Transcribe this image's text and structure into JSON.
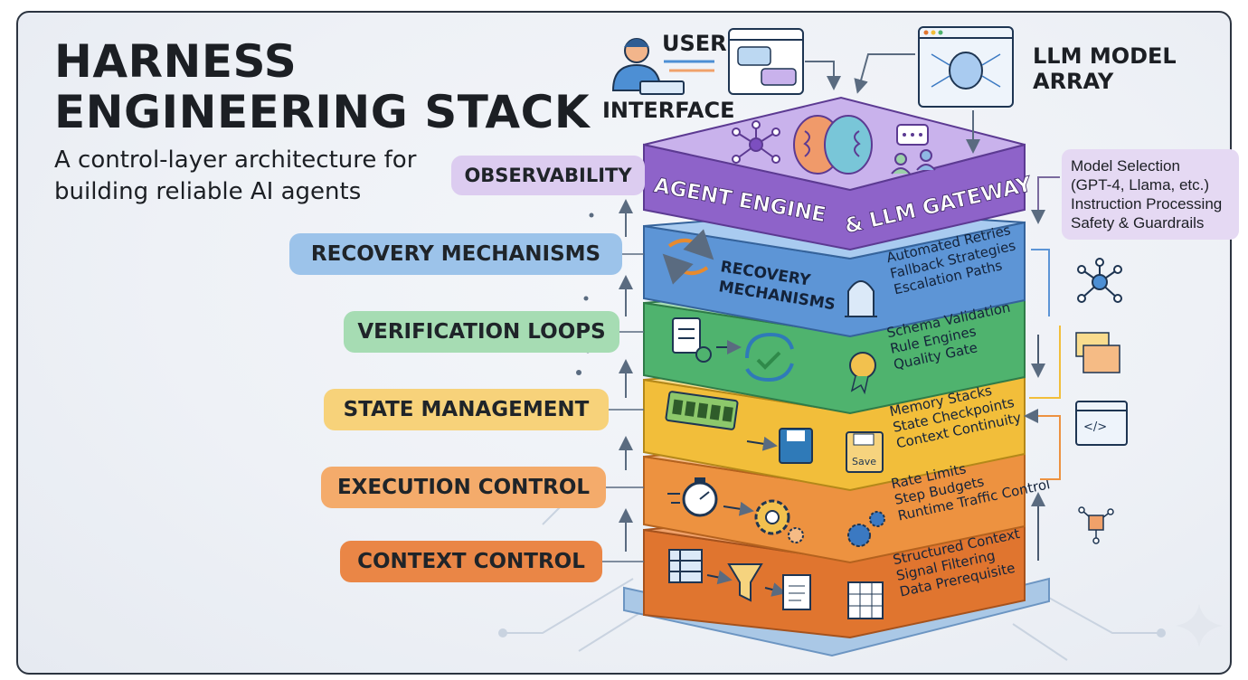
{
  "title": {
    "line1": "HARNESS",
    "line2": "ENGINEERING STACK"
  },
  "subtitle": {
    "line1": "A control-layer architecture for",
    "line2": "building reliable AI agents"
  },
  "top": {
    "user": "USER",
    "interface": "INTERFACE",
    "llm_line1": "LLM MODEL",
    "llm_line2": "ARRAY"
  },
  "callout": {
    "lines": [
      "Model Selection",
      "(GPT-4, Llama, etc.)",
      "Instruction Processing",
      "Safety & Guardrails"
    ]
  },
  "top_layer": {
    "line1": "AGENT ENGINE",
    "line2": "& LLM GATEWAY"
  },
  "pills": {
    "observability": "OBSERVABILITY",
    "recovery": "RECOVERY MECHANISMS",
    "verification": "VERIFICATION LOOPS",
    "state": "STATE MANAGEMENT",
    "execution": "EXECUTION CONTROL",
    "context": "CONTEXT CONTROL"
  },
  "layers": {
    "recovery": {
      "front_line1": "RECOVERY",
      "front_line2": "MECHANISMS",
      "items": [
        "Automated Retries",
        "Fallback Strategies",
        "Escalation Paths"
      ]
    },
    "verification": {
      "items": [
        "Schema Validation",
        "Rule Engines",
        "Quality Gate"
      ]
    },
    "state": {
      "save": "Save",
      "items": [
        "Memory Stacks",
        "State Checkpoints",
        "Context Continuity"
      ]
    },
    "execution": {
      "items": [
        "Rate Limits",
        "Step Budgets",
        "Runtime Traffic Control"
      ]
    },
    "context": {
      "items": [
        "Structured Context",
        "Signal Filtering",
        "Data Prerequisite"
      ]
    }
  },
  "colors": {
    "purple": "#8e63c9",
    "purple_light": "#c9b2ec",
    "blue": "#5d95d6",
    "blue_light": "#a9cbf0",
    "green": "#4fb36e",
    "green_light": "#a7ddb5",
    "yellow": "#f2be3a",
    "yellow_light": "#f9dc8e",
    "orange": "#ed9240",
    "orange_light": "#f5bb85",
    "dark_orange": "#e0752f",
    "dark_orange_light": "#f0a16a",
    "navy": "#1e3552",
    "ink": "#1c1f24"
  },
  "icons": [
    "user-icon",
    "chat-window-icon",
    "brain-network-icon",
    "network-node-icon",
    "brain-icon",
    "people-chat-icon",
    "cycle-arrows-icon",
    "archway-icon",
    "clipboard-checklist-icon",
    "verify-cycle-icon",
    "badge-ribbon-icon",
    "memory-chip-icon",
    "floppy-disk-icon",
    "save-disk-icon",
    "stopwatch-icon",
    "gear-icon",
    "gears-icon",
    "table-icon",
    "funnel-icon",
    "document-icon",
    "spreadsheet-icon",
    "code-window-icon",
    "cube-network-icon",
    "sparkle-icon"
  ]
}
